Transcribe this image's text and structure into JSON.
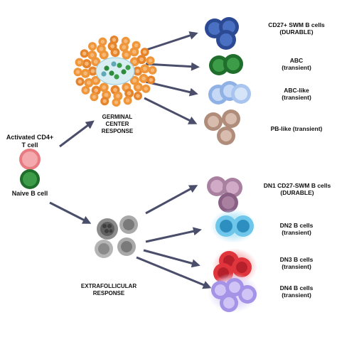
{
  "left": {
    "activated_label": "Activated CD4+\nT cell",
    "naive_label": "Naive B cell"
  },
  "germinal_center": {
    "label": "GERMINAL\nCENTER\nRESPONSE",
    "outputs": [
      {
        "title": "CD27+ SWM B cells",
        "subtitle": "(DURABLE)"
      },
      {
        "title": "ABC",
        "subtitle": "(transient)"
      },
      {
        "title": "ABC-like",
        "subtitle": "(transient)"
      },
      {
        "title": "PB-like (transient)",
        "subtitle": ""
      }
    ]
  },
  "extrafollicular": {
    "label": "EXTRAFOLLICULAR\nRESPONSE",
    "outputs": [
      {
        "title": "DN1 CD27-SWM B cells",
        "subtitle": "(DURABLE)"
      },
      {
        "title": "DN2 B cells",
        "subtitle": "(transient)"
      },
      {
        "title": "DN3 B cells",
        "subtitle": "(transient)"
      },
      {
        "title": "DN4 B cells",
        "subtitle": "(transient)"
      }
    ]
  },
  "colors": {
    "arrow": "#4a4e6a",
    "t_cell": "#e87a80",
    "naive_b": "#2e8b3a",
    "germinal_orange": "#f0963a",
    "cd27_blue": "#3a5fb0",
    "abc_green": "#2e8b3a",
    "abc_like_blue": "#a9c4ee",
    "pb_tan": "#c9a796",
    "dn1_mauve": "#b88cb0",
    "dn2_cyan": "#3fb1dc",
    "dn3_red": "#e0353c",
    "dn4_lavender": "#b4a6ec",
    "ef_grey": "#a9a9a9"
  }
}
